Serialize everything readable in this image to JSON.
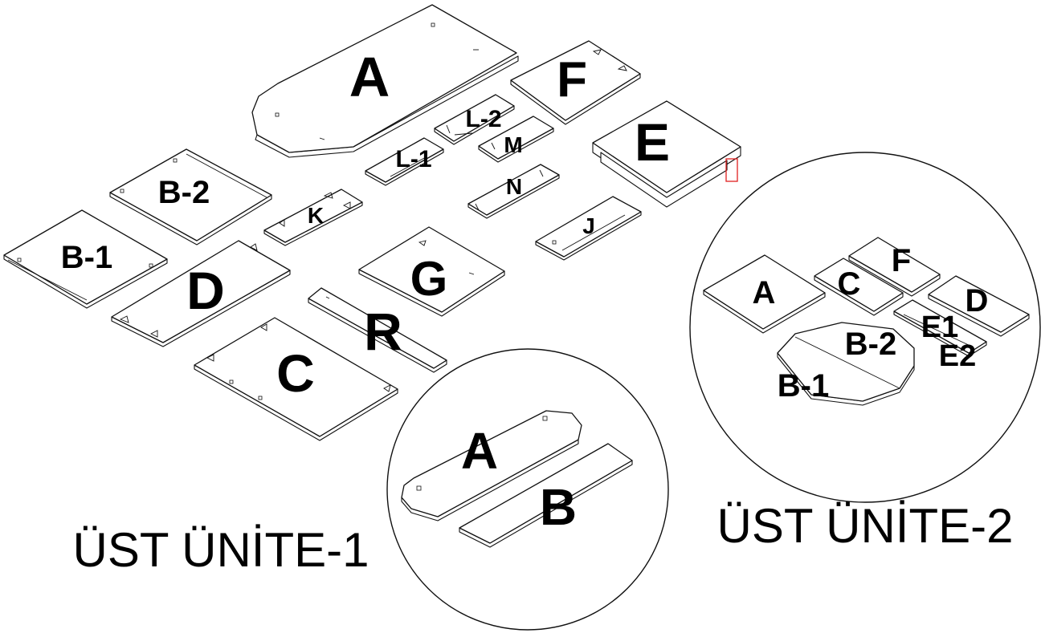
{
  "parts": {
    "A": "A",
    "F": "F",
    "E": "E",
    "L2": "L-2",
    "L1": "L-1",
    "M": "M",
    "N": "N",
    "B2": "B-2",
    "K": "K",
    "J": "J",
    "B1": "B-1",
    "D": "D",
    "G": "G",
    "R": "R",
    "C": "C"
  },
  "unit1": {
    "caption": "ÜST ÜNİTE-1",
    "A": "A",
    "B": "B"
  },
  "unit2": {
    "caption": "ÜST ÜNİTE-2",
    "A": "A",
    "C": "C",
    "F": "F",
    "D": "D",
    "E1": "E1",
    "E2": "E2",
    "B2": "B-2",
    "B1": "B-1"
  },
  "colors": {
    "line": "#111111",
    "highlight": "#e02020"
  }
}
